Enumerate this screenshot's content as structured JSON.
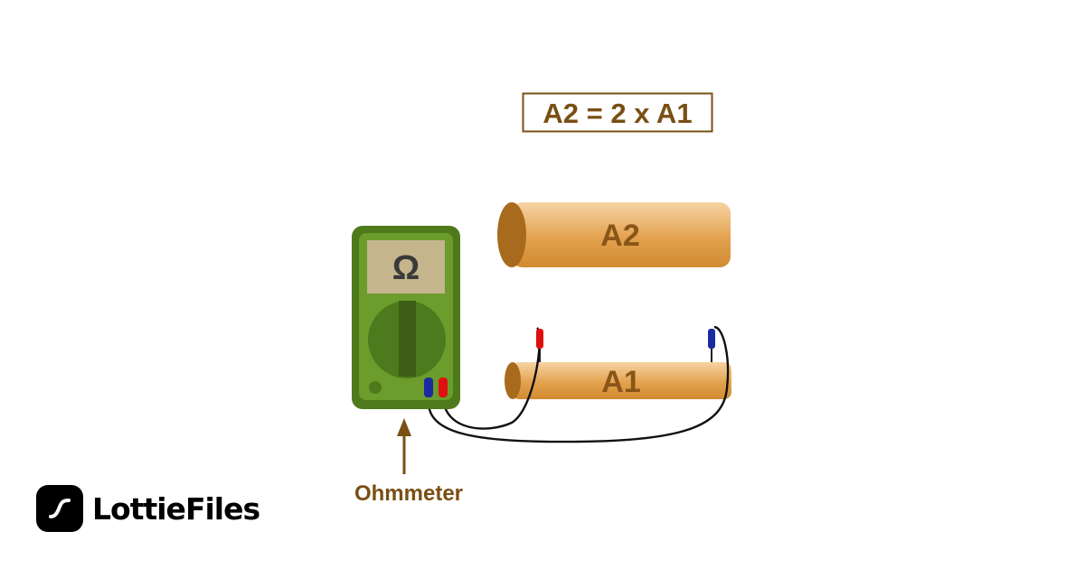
{
  "title": "A2 = 2 x A1",
  "meter": {
    "symbol": "Ω",
    "label": "Ohmmeter"
  },
  "wires": {
    "a2_label": "A2",
    "a1_label": "A1"
  },
  "brand": {
    "name": "LottieFiles",
    "icon": "lottiefiles-logo-icon"
  },
  "colors": {
    "label_brown": "#7a4f14",
    "meter_green": "#5b8a22",
    "wire_copper": "#e0a050",
    "probe_red": "#e01010",
    "probe_blue": "#1a2aa0"
  }
}
